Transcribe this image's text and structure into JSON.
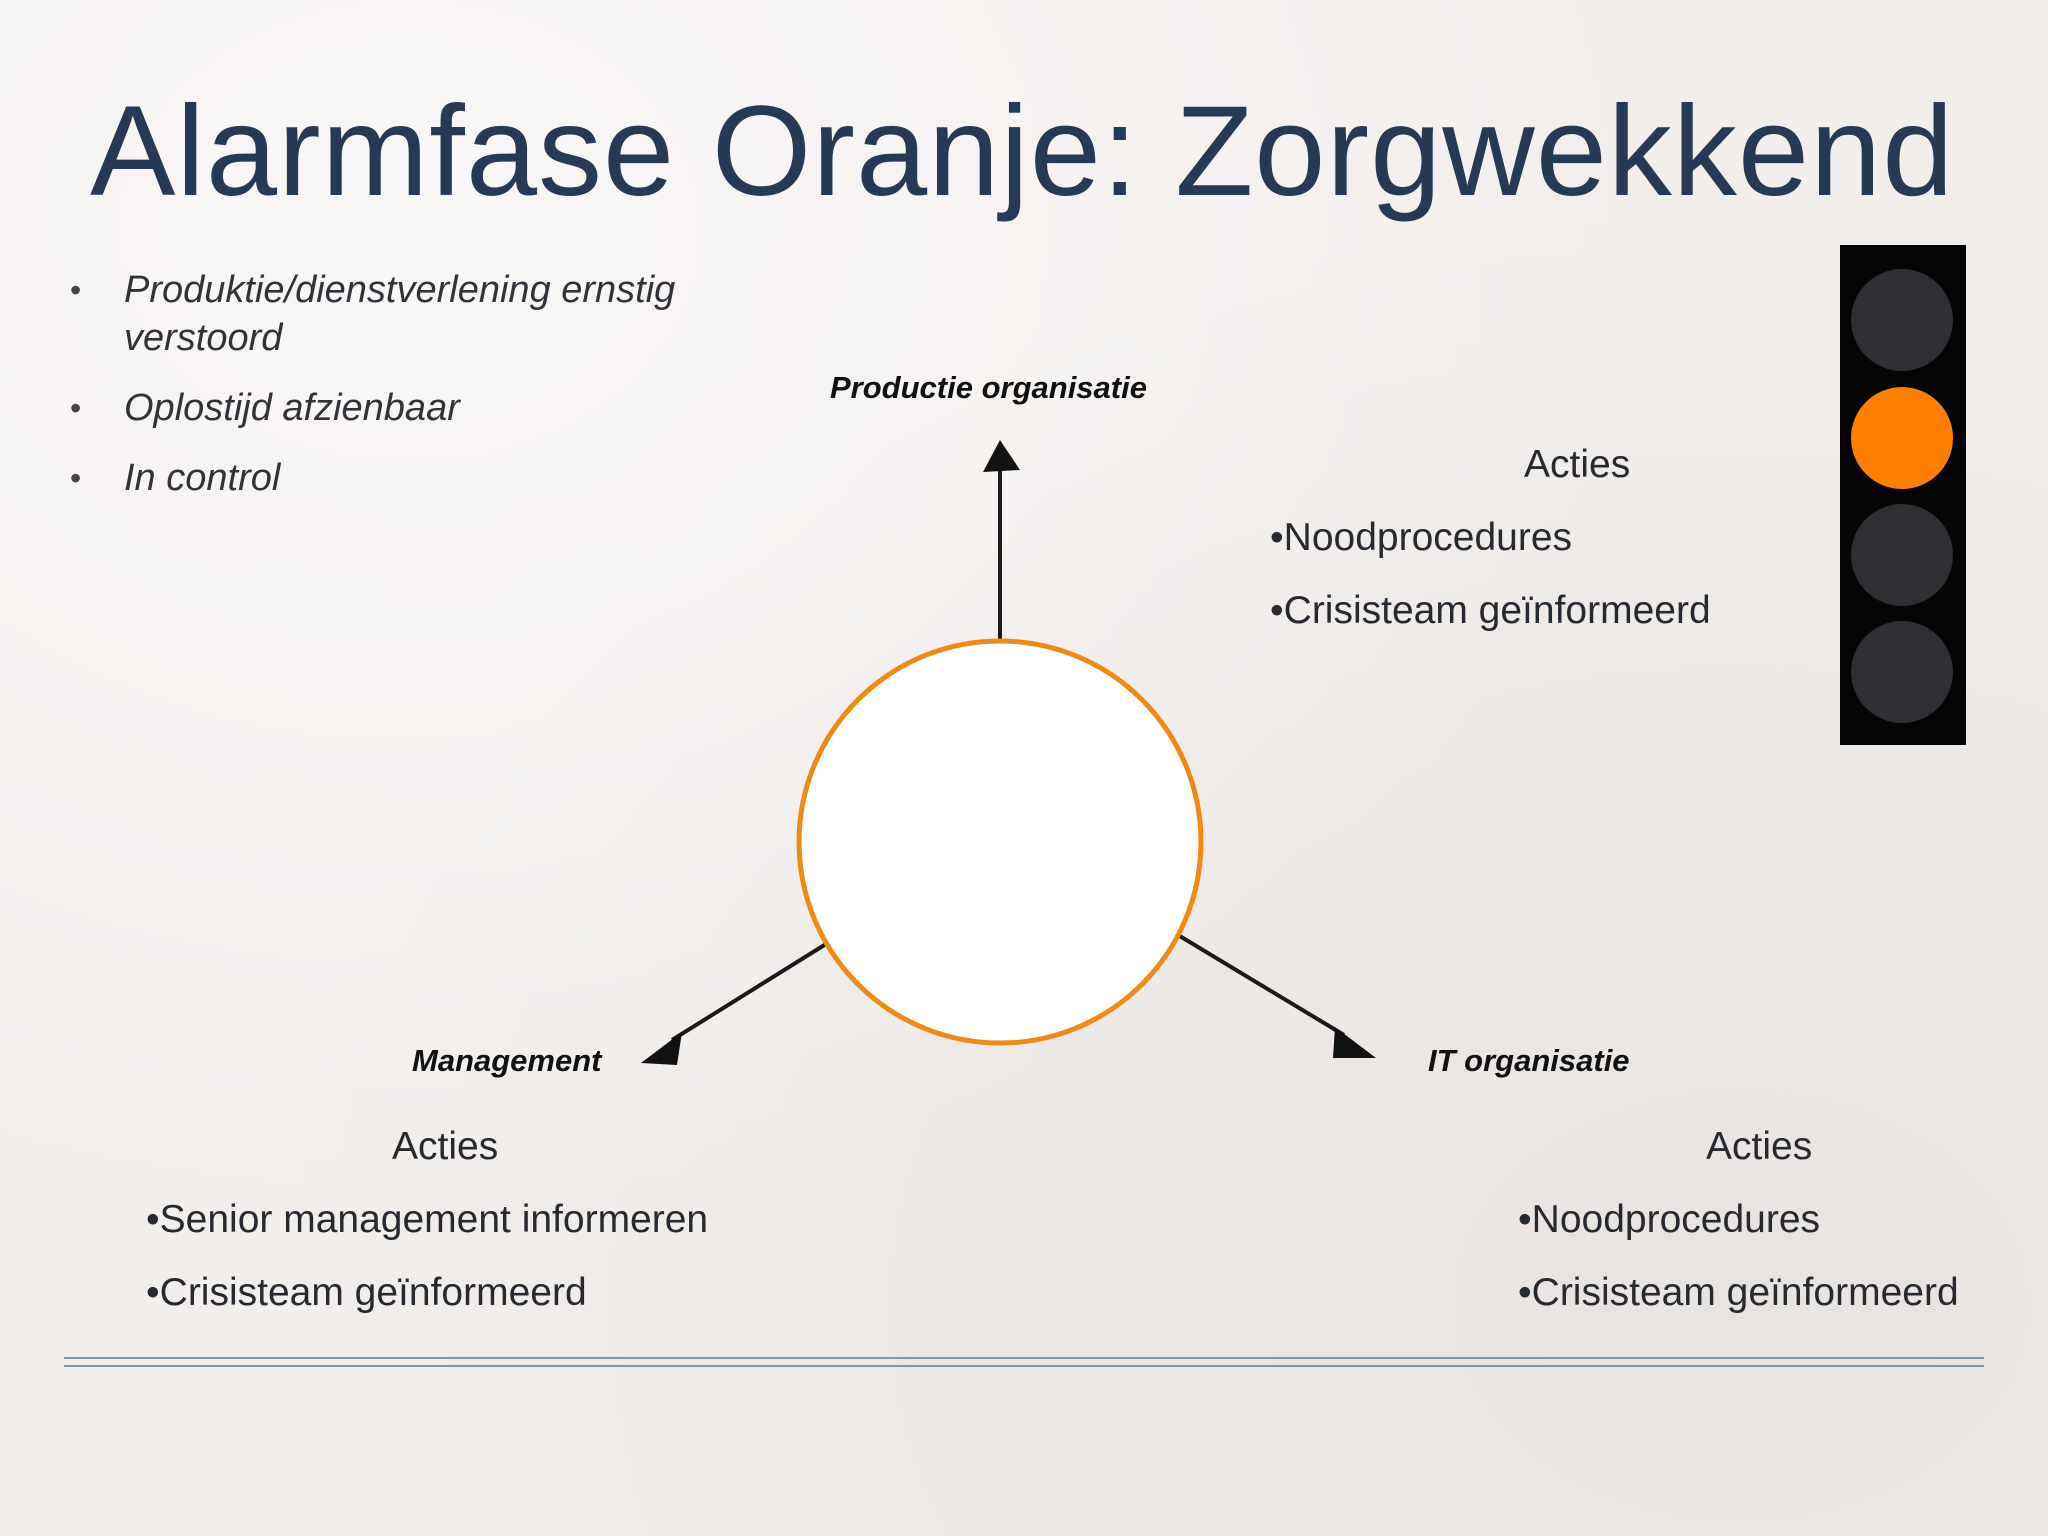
{
  "title": "Alarmfase Oranje: Zorgwekkend",
  "bullets": [
    "Produktie/dienstverlening ernstig verstoord",
    "Oplostijd afzienbaar",
    "In control"
  ],
  "diagram": {
    "nodes": {
      "top": "Productie organisatie",
      "left": "Management",
      "right": "IT organisatie"
    },
    "center_ring_color": "#f08a12"
  },
  "actions_top_right": {
    "heading": "Acties",
    "items": [
      "•Noodprocedures",
      "•Crisisteam geïnformeerd"
    ]
  },
  "actions_bottom_left": {
    "heading": "Acties",
    "items": [
      "•Senior management informeren",
      "•Crisisteam geïnformeerd"
    ]
  },
  "actions_bottom_right": {
    "heading": "Acties",
    "items": [
      "•Noodprocedures",
      "•Crisisteam geïnformeerd"
    ]
  },
  "traffic_light": {
    "lamps": [
      {
        "state": "off",
        "color": "#2f2f33"
      },
      {
        "state": "on",
        "color": "#ff8000"
      },
      {
        "state": "off",
        "color": "#2f2f33"
      },
      {
        "state": "off",
        "color": "#2f2f33"
      }
    ]
  },
  "colors": {
    "title": "#263a58",
    "divider": "#7f93b3"
  }
}
